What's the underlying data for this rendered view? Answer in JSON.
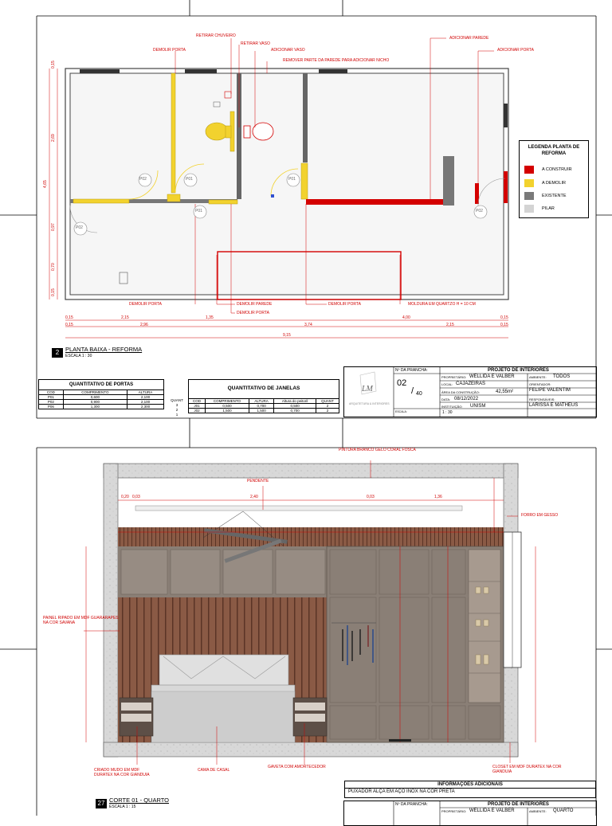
{
  "sheet1": {
    "title": "PLANTA BAIXA - REFORMA",
    "number": "2",
    "scale": "ESCALA 1 : 30",
    "callouts": {
      "retirar_chuveiro": "RETIRAR CHUVEIRO",
      "retirar_vaso": "RETIRAR VASO",
      "demolir_porta_top": "DEMOLIR PORTA",
      "adicionar_vaso": "ADICIONAR VASO",
      "remover_parede": "REMOVER PARTE DA PAREDE PARA ADICIONAR NICHO",
      "adicionar_parede": "ADICIONAR PAREDE",
      "adicionar_porta": "ADICIONAR PORTA",
      "demolir_porta_b1": "DEMOLIR PORTA",
      "demolir_parede": "DEMOLIR PAREDE",
      "demolir_porta_b2": "DEMOLIR PORTA",
      "demolir_porta_b3": "DEMOLIR PORTA",
      "moldura": "MOLDURA EM QUARTZO H = 10 CM"
    },
    "door_tags": [
      "P02",
      "P01",
      "P01",
      "P01",
      "P02",
      "P02"
    ],
    "dims_vertical": [
      "0,15",
      "2,69",
      "4,65",
      "0,97",
      "0,70",
      "0,15"
    ],
    "dims_row1": [
      "0,15",
      "2,15",
      "1,35",
      "4,00",
      "0,15"
    ],
    "dims_row2": [
      "0,15",
      "2,96",
      "3,74",
      "2,15",
      "0,15"
    ],
    "dims_total": "9,15",
    "legend": {
      "title": "LEGENDA PLANTA DE REFORMA",
      "items": [
        {
          "label": "A CONSTRUIR",
          "color": "#d40000"
        },
        {
          "label": "A DEMOLIR",
          "color": "#f2d22e"
        },
        {
          "label": "EXISTENTE",
          "color": "#7a7a7a"
        },
        {
          "label": "PILAR",
          "color": "#d4d4d4"
        }
      ]
    },
    "doors_table": {
      "title": "QUANTITATIVO DE PORTAS",
      "headers": [
        "COD",
        "COMPRIMENTO",
        "ALTURA"
      ],
      "quant_header": "QUANT",
      "rows": [
        [
          "P01",
          "0,600",
          "2,100",
          "3"
        ],
        [
          "P02",
          "0,900",
          "2,100",
          "2"
        ],
        [
          "P06",
          "1,300",
          "2,300",
          "1"
        ]
      ]
    },
    "windows_table": {
      "title": "QUANTITATIVO DE JANELAS",
      "headers": [
        "COD",
        "COMPRIMENTO",
        "ALTURA",
        "Altura do peitoril",
        "QUANT"
      ],
      "rows": [
        [
          "J01",
          "0,500",
          "0,700",
          "0,500",
          "2"
        ],
        [
          "J02",
          "1,500",
          "1,500",
          "0,700",
          "2"
        ]
      ]
    },
    "title_block": {
      "logo_caption": "ARQUITETURA & INTERIORES",
      "prancha_label": "Nº DA PRANCHA:",
      "prancha_num": "02",
      "prancha_total": "40",
      "escala_label": "ESCALA:",
      "escala": "1 : 30",
      "projeto": "PROJETO DE INTERIORES",
      "proprietario_label": "PROPRIETÁRIO:",
      "proprietario": "WELLIDA E VALBER",
      "ambiente_label": "AMBIENTE:",
      "ambiente": "TODOS",
      "local_label": "LOCAL:",
      "local": "CAJAZEIRAS",
      "orientador_label": "ORIENTADOR:",
      "orientador": "FELIPE VALENTIM",
      "area_label": "ÁREA DA CONSTRUÇÃO:",
      "area": "42,55m²",
      "data_label": "DATA:",
      "data": "08/12/2022",
      "responsaveis_label": "RESPONSÁVEIS:",
      "responsaveis": "LARISSA E MATHEUS",
      "instituicao_label": "INSTITUIÇÃO:",
      "instituicao": "UNISM"
    }
  },
  "sheet2": {
    "title": "CORTE 01 - QUARTO",
    "number": "27",
    "scale": "ESCALA 1 : 15",
    "callouts": {
      "pintura": "PINTURA BRANCO GELO CORAL FOSCA",
      "pendente": "PENDENTE",
      "forro": "FORRO EM GESSO",
      "painel": "PAINEL RIPADO EM MDF GUARARAPES NA COR SAVANA",
      "criado": "CRIADO MUDO EM MDF DURATEX NA COR GIANDUIA",
      "cama": "CAMA DE CASAL",
      "gaveta": "GAVETA COM AMORTECEDOR",
      "closet": "CLOSET EM MDF DURATEX NA COR GIANDUIA"
    },
    "dims_top": [
      "0,20",
      "0,03",
      "2,40",
      "0,03",
      "1,36"
    ],
    "info_title": "INFORMAÇÕES ADICIONAIS",
    "info_text": "PUXADOR ALÇA EM AÇO INOX NA COR PRETA",
    "title_block": {
      "prancha_label": "Nº DA PRANCHA:",
      "projeto": "PROJETO DE INTERIORES",
      "proprietario_label": "PROPRIETÁRIO:",
      "proprietario": "WELLIDA E VALBER",
      "ambiente_label": "AMBIENTE:",
      "ambiente": "QUARTO"
    }
  }
}
